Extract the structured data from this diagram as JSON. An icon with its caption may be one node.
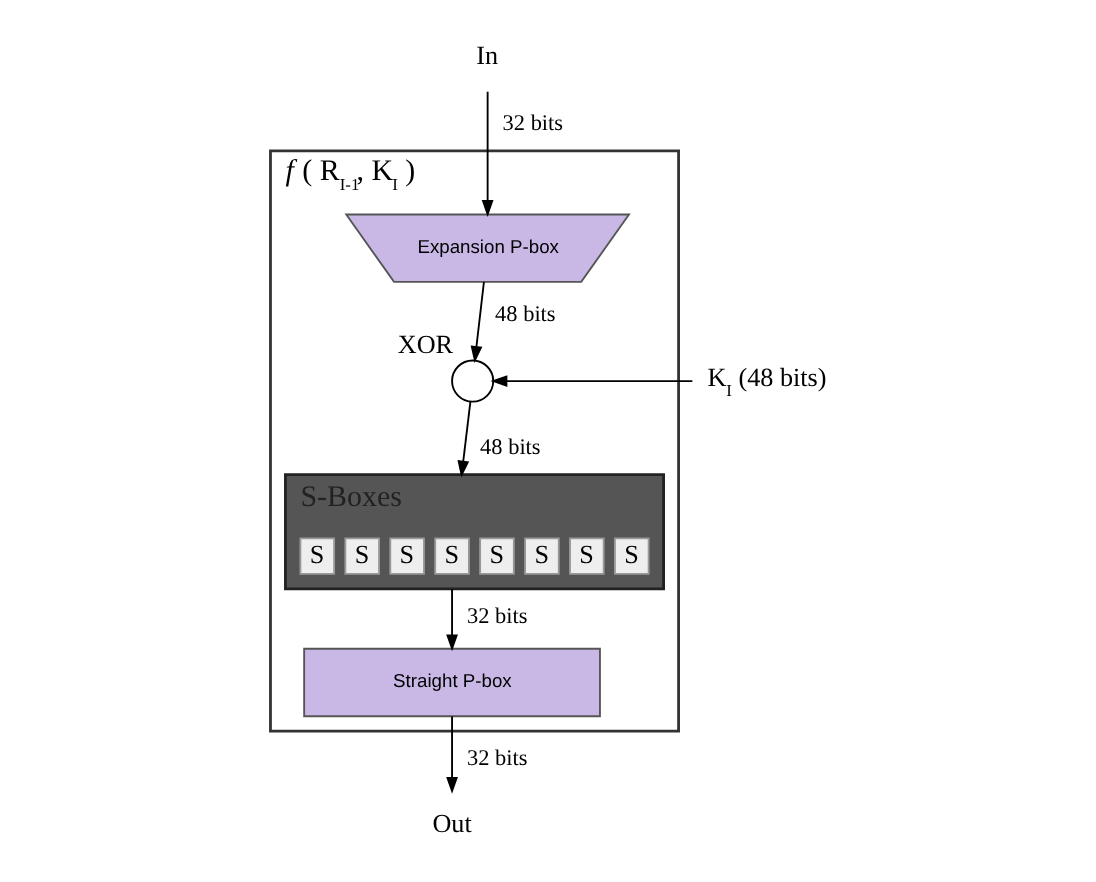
{
  "diagram": {
    "nodes": [
      {
        "text": [
          "*f* ( R$_{I-1}$, K$_{I}$ )"
        ]
      },
      {
        "text": [
          "In"
        ]
      },
      {
        "text": [
          "Expansion P-box"
        ],
        "in": 0
      },
      {
        "text": [],
        "shape": "circle",
        "in": 0,
        "beside": [
          "XOR"
        ]
      },
      {
        "text": [
          "K$_{I}$ (48 bits)"
        ]
      },
      {
        "text": [
          "S-Boxes"
        ],
        "in": 0
      },
      {
        "text": [
          "S"
        ],
        "in": 5
      },
      {
        "text": [
          "S"
        ],
        "in": 5
      },
      {
        "text": [
          "S"
        ],
        "in": 5
      },
      {
        "text": [
          "S"
        ],
        "in": 5
      },
      {
        "text": [
          "S"
        ],
        "in": 5
      },
      {
        "text": [
          "S"
        ],
        "in": 5
      },
      {
        "text": [
          "S"
        ],
        "in": 5
      },
      {
        "text": [
          "S"
        ],
        "in": 5
      },
      {
        "text": [
          "Straight P-box"
        ],
        "in": 0
      },
      {
        "text": [
          "Out"
        ]
      }
    ],
    "edges": [
      {
        "from": 1,
        "to": 2,
        "arrow": "to",
        "label": "32 bits"
      },
      {
        "from": 2,
        "to": 3,
        "arrow": "to",
        "label": "48 bits"
      },
      {
        "from": 4,
        "to": 3,
        "arrow": "to"
      },
      {
        "from": 3,
        "to": 5,
        "arrow": "to",
        "label": "48 bits"
      },
      {
        "from": 5,
        "to": 14,
        "arrow": "to",
        "label": "32 bits"
      },
      {
        "from": 14,
        "to": 15,
        "arrow": "to",
        "label": "32 bits"
      }
    ]
  }
}
